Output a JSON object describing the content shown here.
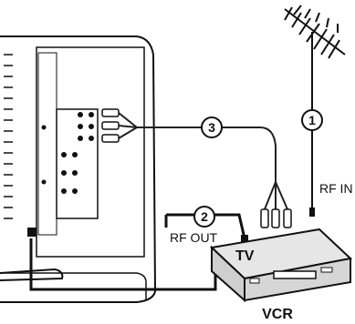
{
  "labels": {
    "rf_in": "RF IN",
    "rf_out": "RF OUT",
    "tv": "TV",
    "vcr": "VCR"
  },
  "steps": [
    "1",
    "2",
    "3"
  ],
  "icons": {
    "antenna": "antenna-icon",
    "vcr": "vcr-icon",
    "rca_plug": "rca-plug-icon",
    "tv_panel": "tv-rear-panel"
  },
  "colors": {
    "line": "#111111",
    "cable": "#222222",
    "vcr_fill": "#dddddd",
    "background": "#ffffff"
  }
}
